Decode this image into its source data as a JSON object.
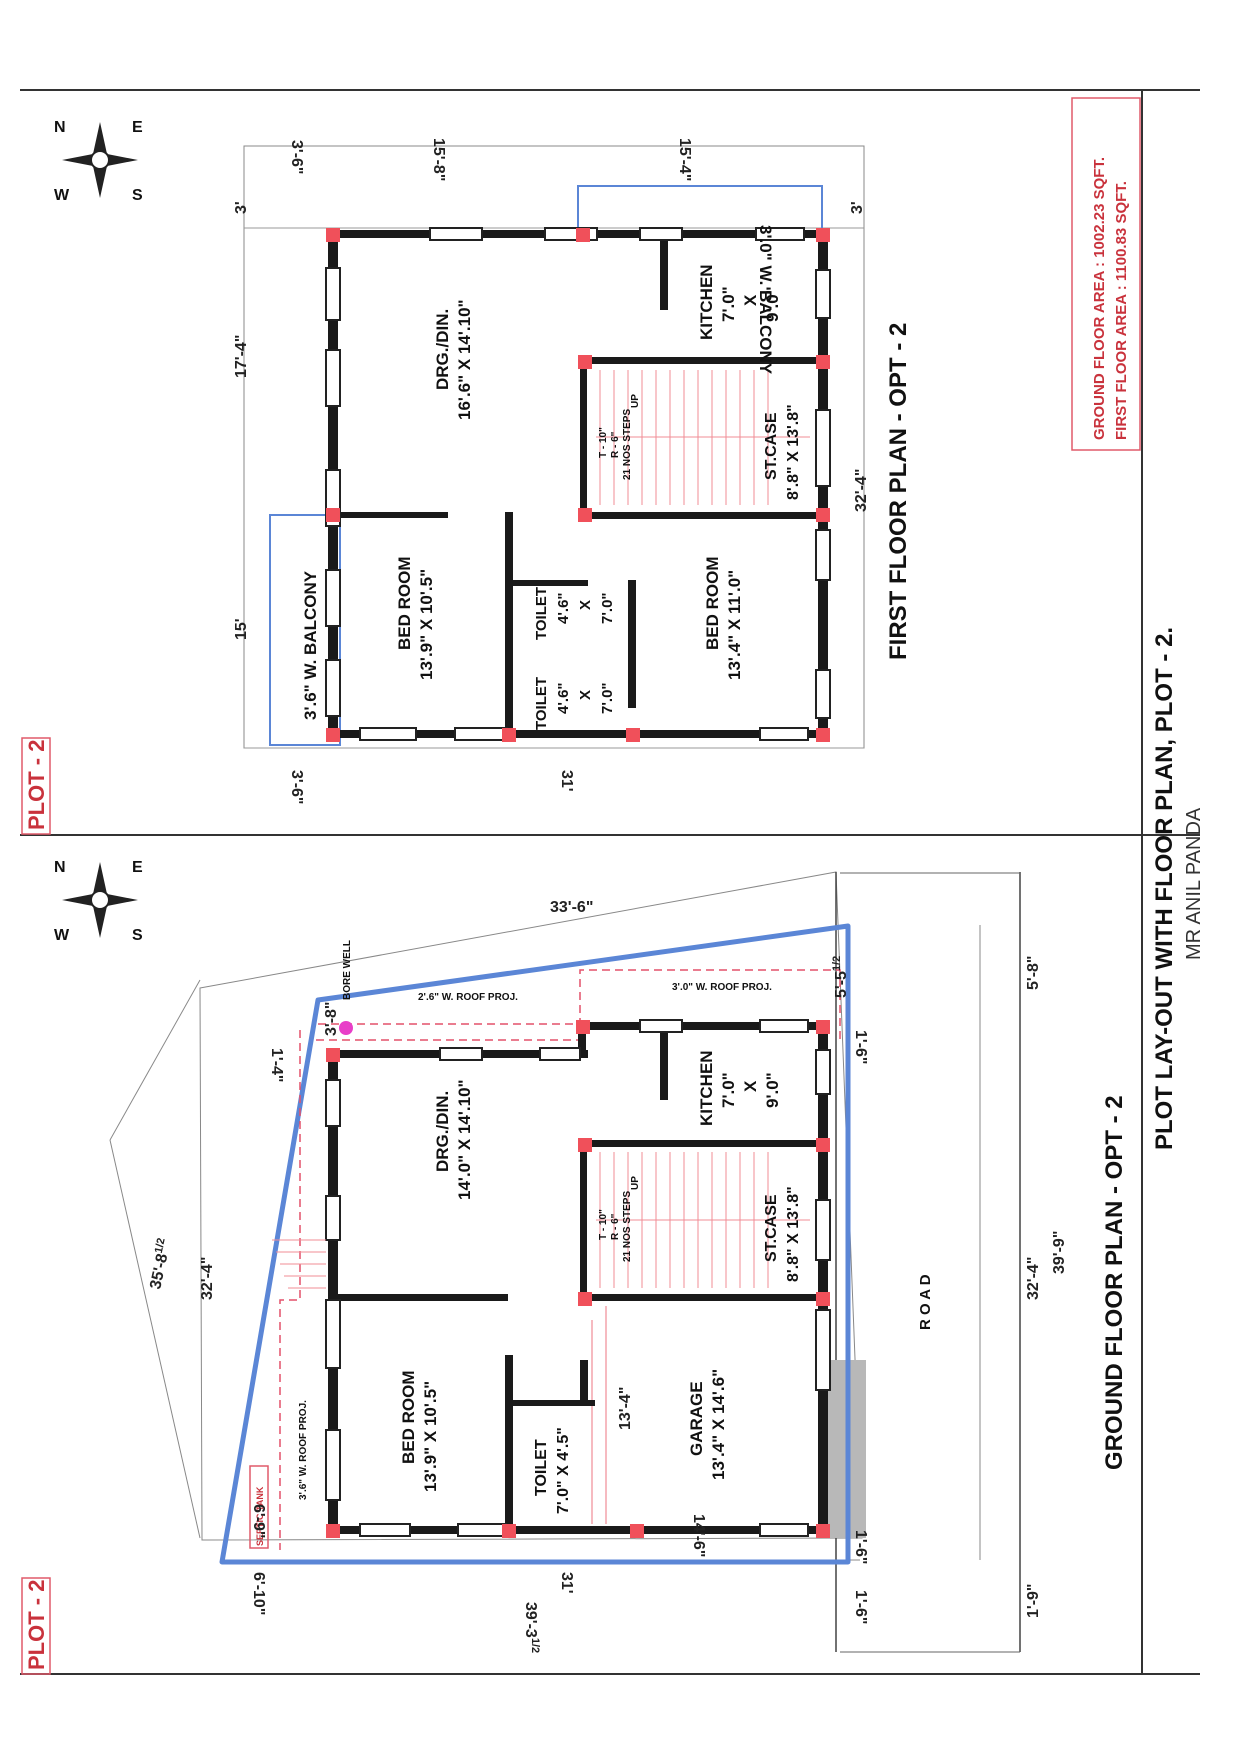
{
  "sheet": {
    "title_main": "PLOT  LAY-OUT WITH FLOOR  PLAN, PLOT - 2.",
    "title_owner": "MR  ANIL PANDA",
    "plot_tag": "PLOT - 2",
    "area_ground": "GROUND FLOOR AREA : 1002.23 SQFT.",
    "area_first": "FIRST FLOOR AREA : 1100.83 SQFT.",
    "compass": {
      "n": "N",
      "s": "S",
      "e": "E",
      "w": "W"
    }
  },
  "first_floor": {
    "caption": "FIRST FLOOR PLAN - OPT - 2",
    "rooms": {
      "drg_name": "DRG./DIN.",
      "drg_size": "16'.6\" X 14'.10\"",
      "bed1_name": "BED ROOM",
      "bed1_size": "13'.9\" X 10'.5\"",
      "bed2_name": "BED ROOM",
      "bed2_size": "13'.4\" X 11'.0\"",
      "kitchen_name": "KITCHEN",
      "kitchen_w": "7'.0\"",
      "kitchen_x": "X",
      "kitchen_h": "9'.0\"",
      "toilet1_name": "TOILET",
      "toilet1_w": "4'.6\"",
      "toilet1_x": "X",
      "toilet1_h": "7'.0\"",
      "toilet2_name": "TOILET",
      "toilet2_w": "4'.6\"",
      "toilet2_x": "X",
      "toilet2_h": "7'.0\"",
      "stcase_name": "ST.CASE",
      "stcase_size": "8'.8\" X 13'.8\"",
      "balcony_w": "3'.6\" W. BALCONY",
      "balcony_e": "3'.0\" W. BALCONY",
      "stair_tr": "T - 10\"",
      "stair_rr": "R - 6\"",
      "stair_steps": "21 NOS STEPS",
      "stair_up": "UP"
    },
    "dims": {
      "top_36_a": "3'-6\"",
      "top_158": "15'-8\"",
      "top_154": "15'-4\"",
      "left_3": "3'",
      "left_174": "17'-4\"",
      "left_15": "15'",
      "right_3": "3'",
      "right_324": "32'-4\"",
      "bottom_36": "3'-6\"",
      "bottom_31": "31'"
    }
  },
  "ground_floor": {
    "caption": "GROUND FLOOR PLAN - OPT - 2",
    "rooms": {
      "drg_name": "DRG./DIN.",
      "drg_size": "14'.0\" X 14'.10\"",
      "bed_name": "BED ROOM",
      "bed_size": "13'.9\" X 10'.5\"",
      "kitchen_name": "KITCHEN",
      "kitchen_w": "7'.0\"",
      "kitchen_x": "X",
      "kitchen_h": "9'.0\"",
      "toilet_name": "TOILET",
      "toilet_size": "7'.0\" X 4'.5\"",
      "garage_name": "GARAGE",
      "garage_size": "13'.4\" X 14'.6\"",
      "stcase_name": "ST.CASE",
      "stcase_size": "8'.8\" X 13'.8\"",
      "stair_tr": "T - 10\"",
      "stair_rr": "R - 6\"",
      "stair_steps": "21 NOS STEPS",
      "stair_up": "UP",
      "road": "R O A D",
      "septic": "SEPTIC TANK",
      "bore_well": "BORE WELL",
      "roof_26": "2'.6\" W. ROOF PROJ.",
      "roof_30": "3'.0\" W. ROOF PROJ.",
      "roof_36": "3'.6\" W. ROOF PROJ."
    },
    "dims": {
      "top_336": "33'-6\"",
      "right_58": "5'-8\"",
      "right_552": "5'-5",
      "right_552_frac": "1/2",
      "right_324": "32'-4\"",
      "right_399": "39'-9\"",
      "right_19": "1'-9\"",
      "right_16a": "1'-6\"",
      "right_16b": "1'-6\"",
      "right_16c": "1'-6\"",
      "left_3582": "35'-8",
      "left_3582_frac": "1/2",
      "left_324": "32'-4\"",
      "left_14": "1'-4\"",
      "left_38": "3'-8\"",
      "left_69": "6'-9\"",
      "left_610": "6'-10\"",
      "bottom_31": "31'",
      "bottom_3932": "39'-3",
      "bottom_3932_frac": "1/2",
      "garage_134": "13'-4\"",
      "garage_146": "14'-6\""
    }
  }
}
